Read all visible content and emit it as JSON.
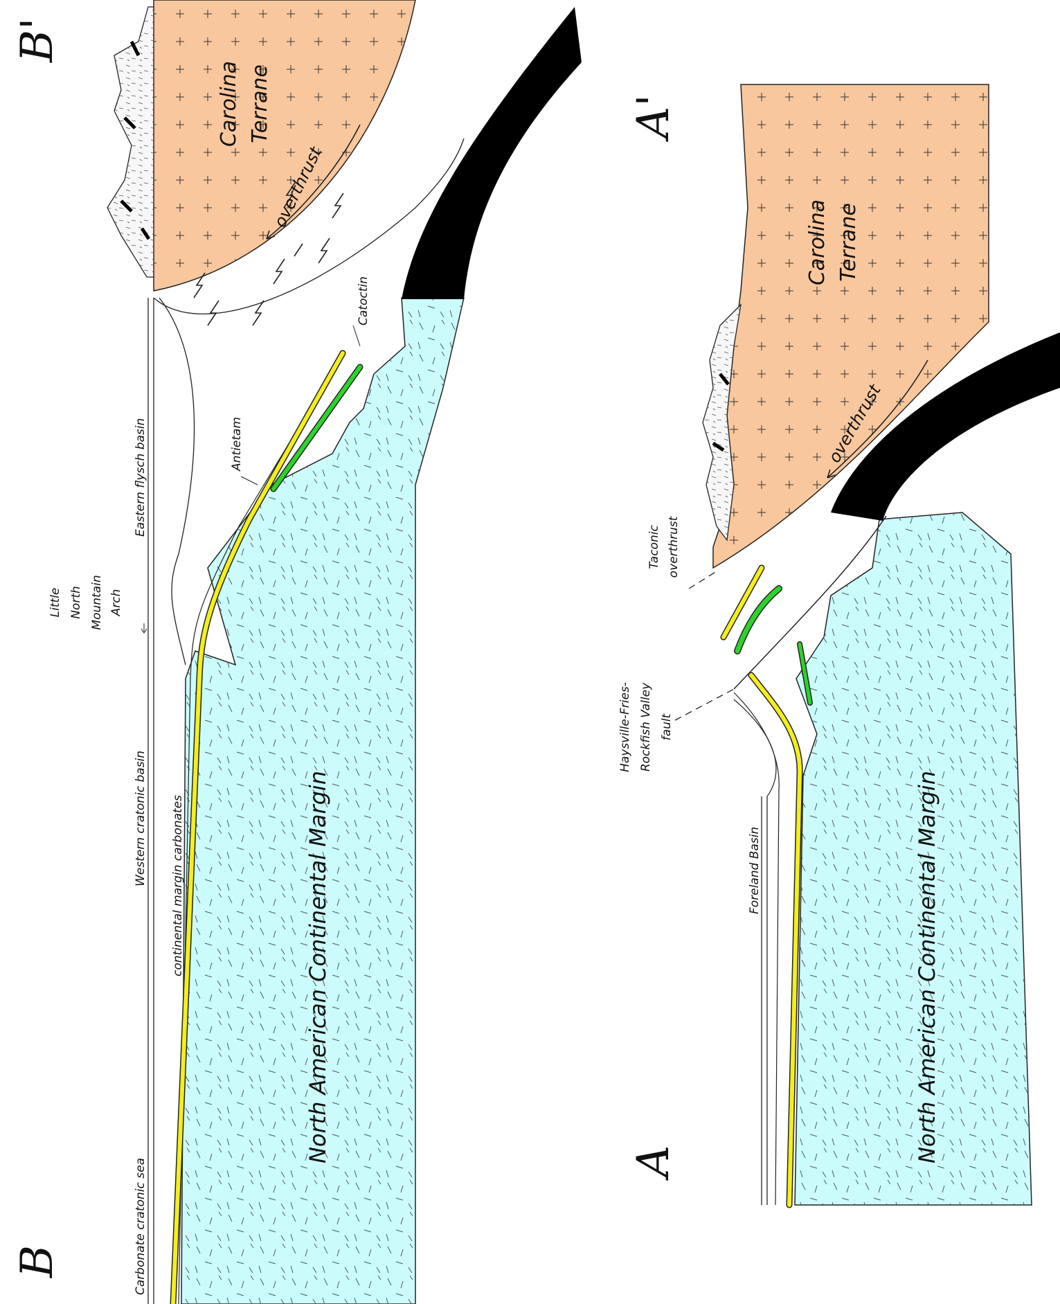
{
  "section_b": {
    "left_end": "B",
    "right_end": "B'",
    "labels": {
      "carbonate_sea": "Carbonate cratonic sea",
      "western_basin": "Western cratonic basin",
      "arch_line1": "Little",
      "arch_line2": "North",
      "arch_line3": "Mountain",
      "arch_line4": "Arch",
      "eastern_basin": "Eastern flysch basin",
      "margin_carbonates": "continental margin carbonates",
      "antietam": "Antietam",
      "catoctin": "Catoctin",
      "continental_margin": "North American Continental Margin",
      "terrane_line1": "Carolina",
      "terrane_line2": "Terrane",
      "overthrust": "overthrust"
    }
  },
  "section_a": {
    "left_end": "A",
    "right_end": "A'",
    "labels": {
      "foreland": "Foreland Basin",
      "fault_line1": "Haysville-Fries-",
      "fault_line2": "Rockfish Valley",
      "fault_line3": "fault",
      "taconic_line1": "Taconic",
      "taconic_line2": "overthrust",
      "continental_margin": "North American Continental Margin",
      "terrane_line1": "Carolina",
      "terrane_line2": "Terrane",
      "overthrust": "overthrust"
    }
  },
  "colors": {
    "continental_margin": "#ccfbfb",
    "terrane": "#f9c79d",
    "antietam": "#f3ee1e",
    "catoctin": "#2ed22e",
    "oceanic_slab": "#000000"
  }
}
